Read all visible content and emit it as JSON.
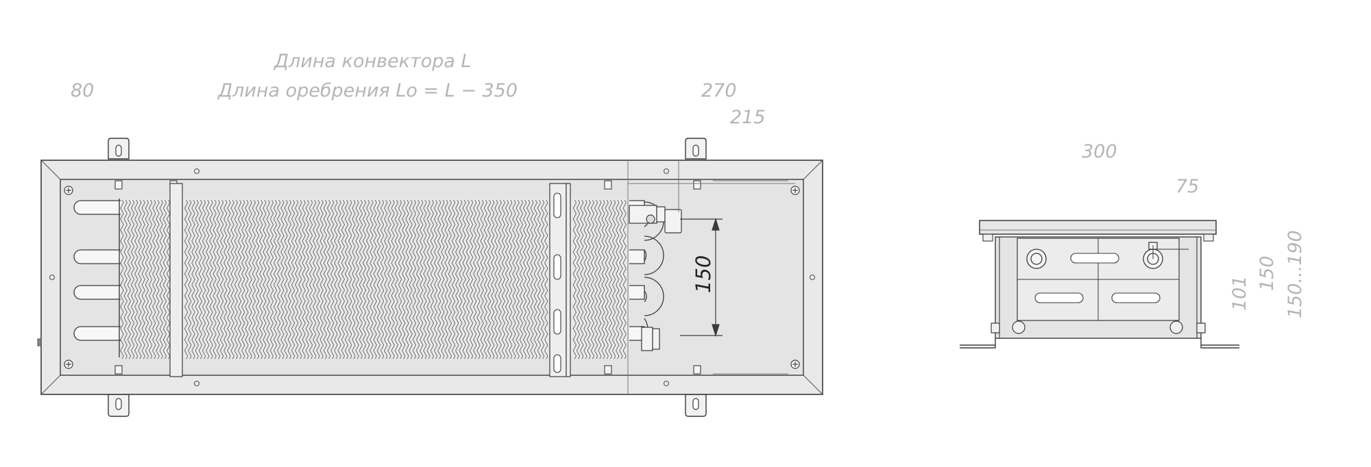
{
  "annotations": {
    "convector_length": "Длина конвектора L",
    "finning_length": "Длина оребрения Lo = L − 350",
    "left_offset": "80",
    "right_offset": "270",
    "right_inner_offset": "215",
    "section_width": "300",
    "section_inner_width": "75",
    "pipe_spacing": "150",
    "depth_101": "101",
    "depth_150": "150",
    "depth_range": "150...190"
  },
  "colors": {
    "tray_fill": "#e4e4e4",
    "line": "#3a3a3a",
    "light_line": "#9a9a9a",
    "dimension_text": "#b5b5b5"
  }
}
